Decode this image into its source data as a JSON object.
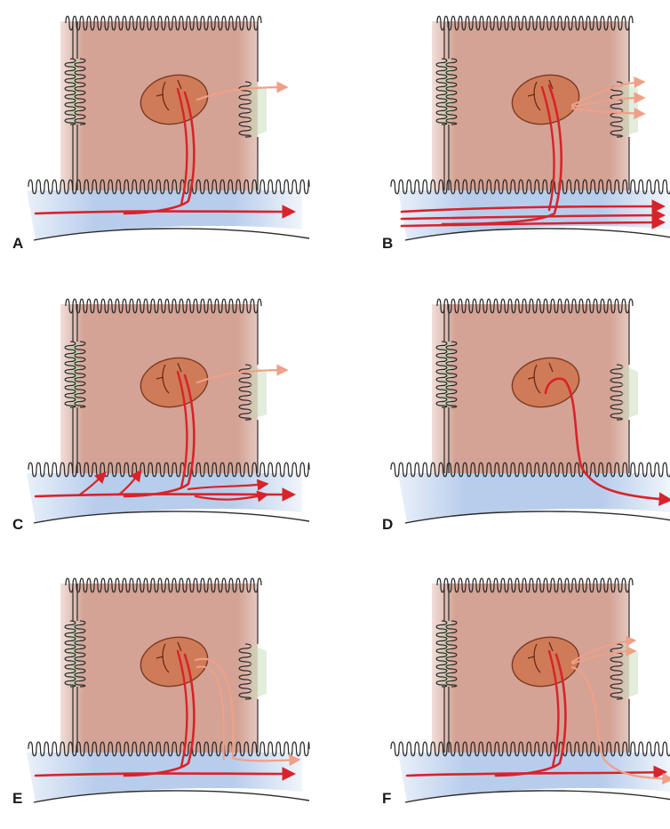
{
  "figure": {
    "panels": [
      {
        "label": "A",
        "variant": "A"
      },
      {
        "label": "B",
        "variant": "B"
      },
      {
        "label": "C",
        "variant": "C"
      },
      {
        "label": "D",
        "variant": "D"
      },
      {
        "label": "E",
        "variant": "E"
      },
      {
        "label": "F",
        "variant": "F"
      }
    ]
  },
  "colors": {
    "cell": "#d4a395",
    "nucleus": "#d07b58",
    "junction": "#bfd6b0",
    "blood": "#b8cdec",
    "red_arrow": "#d8232a",
    "pink_arrow": "#f0a088",
    "outline": "#2a2a2a"
  }
}
